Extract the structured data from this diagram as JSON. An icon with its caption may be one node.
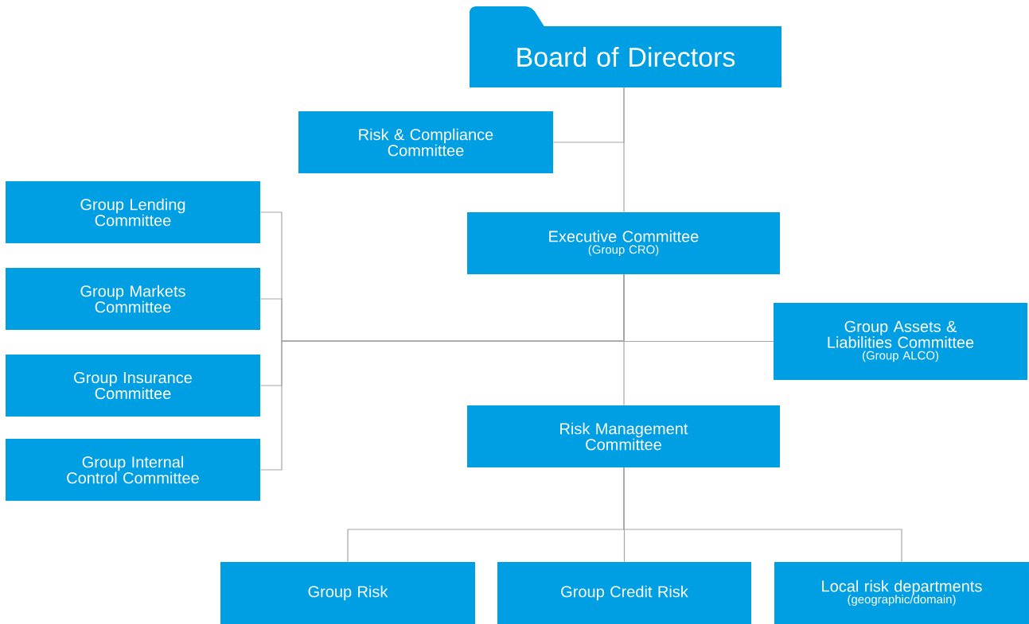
{
  "diagram": {
    "nodes": [
      {
        "text": [
          "Board of Directors"
        ]
      },
      {
        "text": [
          "Risk & Compliance Committee"
        ]
      },
      {
        "text": [
          "Executive Committee",
          "(Group CRO)"
        ]
      },
      {
        "text": [
          "Group Lending Committee"
        ]
      },
      {
        "text": [
          "Group Markets Committee"
        ]
      },
      {
        "text": [
          "Group Insurance Committee"
        ]
      },
      {
        "text": [
          "Group Internal Control Committee"
        ]
      },
      {
        "text": [
          "Group Assets & Liabilities Committee",
          "(Group ALCO)"
        ]
      },
      {
        "text": [
          "Risk Management Committee"
        ]
      },
      {
        "text": [
          "Group Risk"
        ]
      },
      {
        "text": [
          "Group Credit Risk"
        ]
      },
      {
        "text": [
          "Local risk departments",
          "(geographic/domain)"
        ]
      }
    ],
    "edges": [
      {
        "from": 0,
        "to": 1,
        "arrow": "none"
      },
      {
        "from": 0,
        "to": 2,
        "arrow": "none"
      },
      {
        "from": 2,
        "to": 3,
        "arrow": "none"
      },
      {
        "from": 2,
        "to": 4,
        "arrow": "none"
      },
      {
        "from": 2,
        "to": 5,
        "arrow": "none"
      },
      {
        "from": 2,
        "to": 6,
        "arrow": "none"
      },
      {
        "from": 2,
        "to": 7,
        "arrow": "none"
      },
      {
        "from": 2,
        "to": 8,
        "arrow": "none"
      },
      {
        "from": 8,
        "to": 9,
        "arrow": "none"
      },
      {
        "from": 8,
        "to": 10,
        "arrow": "none"
      },
      {
        "from": 8,
        "to": 11,
        "arrow": "none"
      }
    ]
  }
}
